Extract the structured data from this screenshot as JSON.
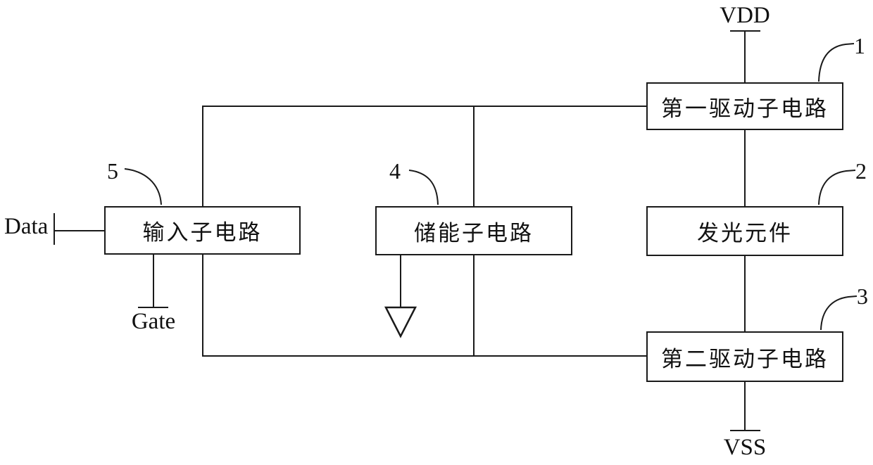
{
  "figure": {
    "boxes": [
      {
        "label": "第一驱动子电路",
        "ref": "1"
      },
      {
        "label": "发光元件",
        "ref": "2"
      },
      {
        "label": "第二驱动子电路",
        "ref": "3"
      },
      {
        "label": "储能子电路",
        "ref": "4"
      },
      {
        "label": "输入子电路",
        "ref": "5"
      }
    ],
    "terminals": {
      "vdd": "VDD",
      "vss": "VSS",
      "data": "Data",
      "gate": "Gate"
    },
    "colors": {
      "line": "#1a1a1a",
      "background": "#ffffff"
    }
  }
}
